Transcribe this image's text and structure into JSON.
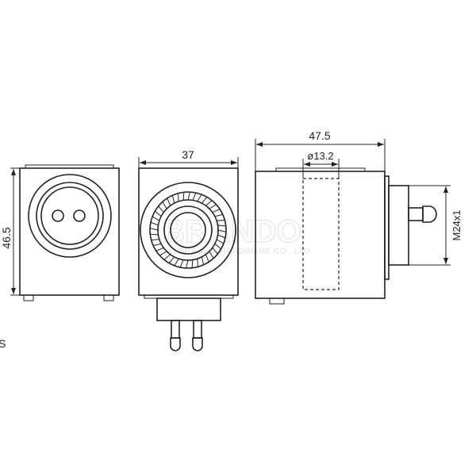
{
  "dimensions": {
    "height": "46.5",
    "width_front": "37",
    "length_side": "47.5",
    "bore": "ø13.2",
    "thread": "M24x1"
  },
  "watermark": {
    "brand": "BRANDO",
    "company": "HYDRAULIC HARDWARE CO., LTD"
  },
  "edge_text": "S"
}
